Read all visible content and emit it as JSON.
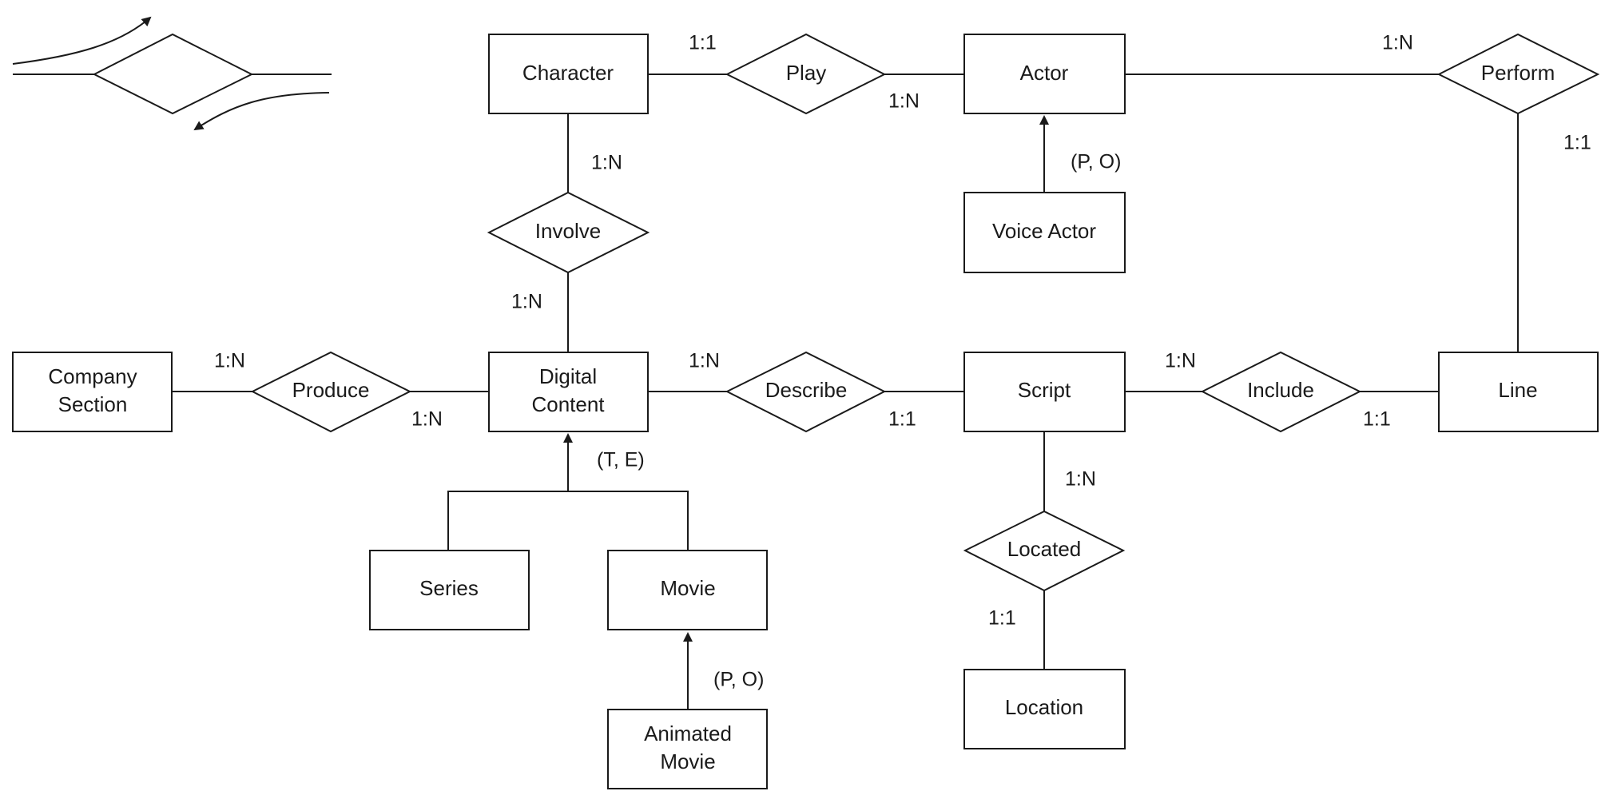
{
  "entities": {
    "character": "Character",
    "actor": "Actor",
    "voice_actor": "Voice Actor",
    "company_section": [
      "Company",
      "Section"
    ],
    "digital_content": [
      "Digital",
      "Content"
    ],
    "script": "Script",
    "line": "Line",
    "series": "Series",
    "movie": "Movie",
    "animated_movie": [
      "Animated",
      "Movie"
    ],
    "location": "Location"
  },
  "relationships": {
    "play": "Play",
    "perform": "Perform",
    "involve": "Involve",
    "produce": "Produce",
    "describe": "Describe",
    "include": "Include",
    "located": "Located"
  },
  "cardinalities": {
    "character_play": "1:1",
    "play_actor": "1:N",
    "actor_perform": "1:N",
    "perform_line": "1:1",
    "character_involve": "1:N",
    "involve_content": "1:N",
    "company_produce": "1:N",
    "produce_content": "1:N",
    "content_describe": "1:N",
    "describe_script": "1:1",
    "script_include": "1:N",
    "include_line": "1:1",
    "script_located": "1:N",
    "located_location": "1:1"
  },
  "constraints": {
    "actor_specialization": "(P, O)",
    "content_specialization": "(T, E)",
    "movie_specialization": "(P, O)"
  },
  "colors": {
    "stroke": "#1a1a1a",
    "fill": "#ffffff",
    "background": "#ffffff"
  }
}
